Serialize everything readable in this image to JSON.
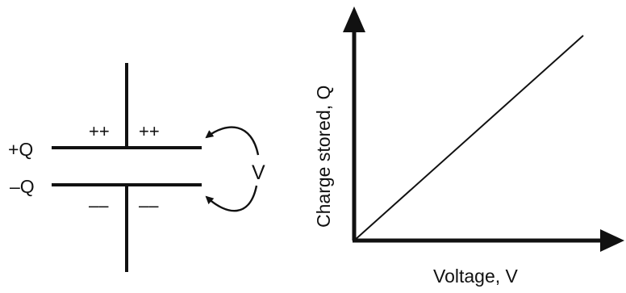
{
  "capacitor": {
    "top_plate_label": "+Q",
    "bottom_plate_label": "–Q",
    "top_charges_left": "++",
    "top_charges_right": "++",
    "bottom_charges_left": "––",
    "bottom_charges_right": "––",
    "voltage_label": "V"
  },
  "graph": {
    "y_axis_label": "Charge stored, Q",
    "x_axis_label": "Voltage, V"
  }
}
